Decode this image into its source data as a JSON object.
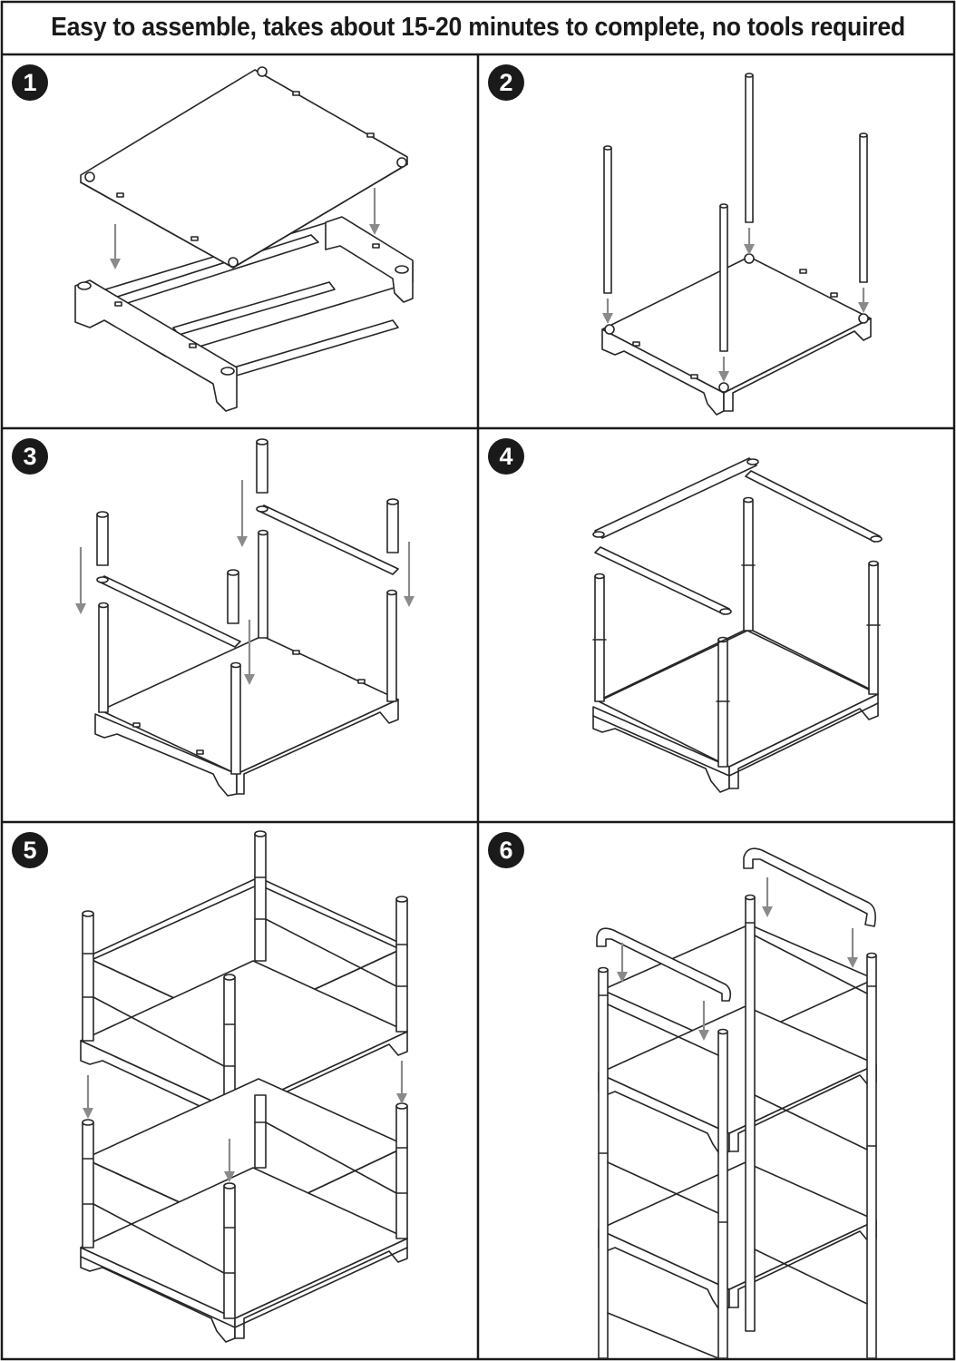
{
  "header": {
    "title": "Easy to assemble, takes about 15-20 minutes to complete, no tools required"
  },
  "steps": [
    {
      "number": "1"
    },
    {
      "number": "2"
    },
    {
      "number": "3"
    },
    {
      "number": "4"
    },
    {
      "number": "5"
    },
    {
      "number": "6"
    }
  ],
  "colors": {
    "line": "#262626",
    "arrow": "#8a8a8a",
    "badge": "#1a1a1a",
    "background": "#ffffff"
  }
}
